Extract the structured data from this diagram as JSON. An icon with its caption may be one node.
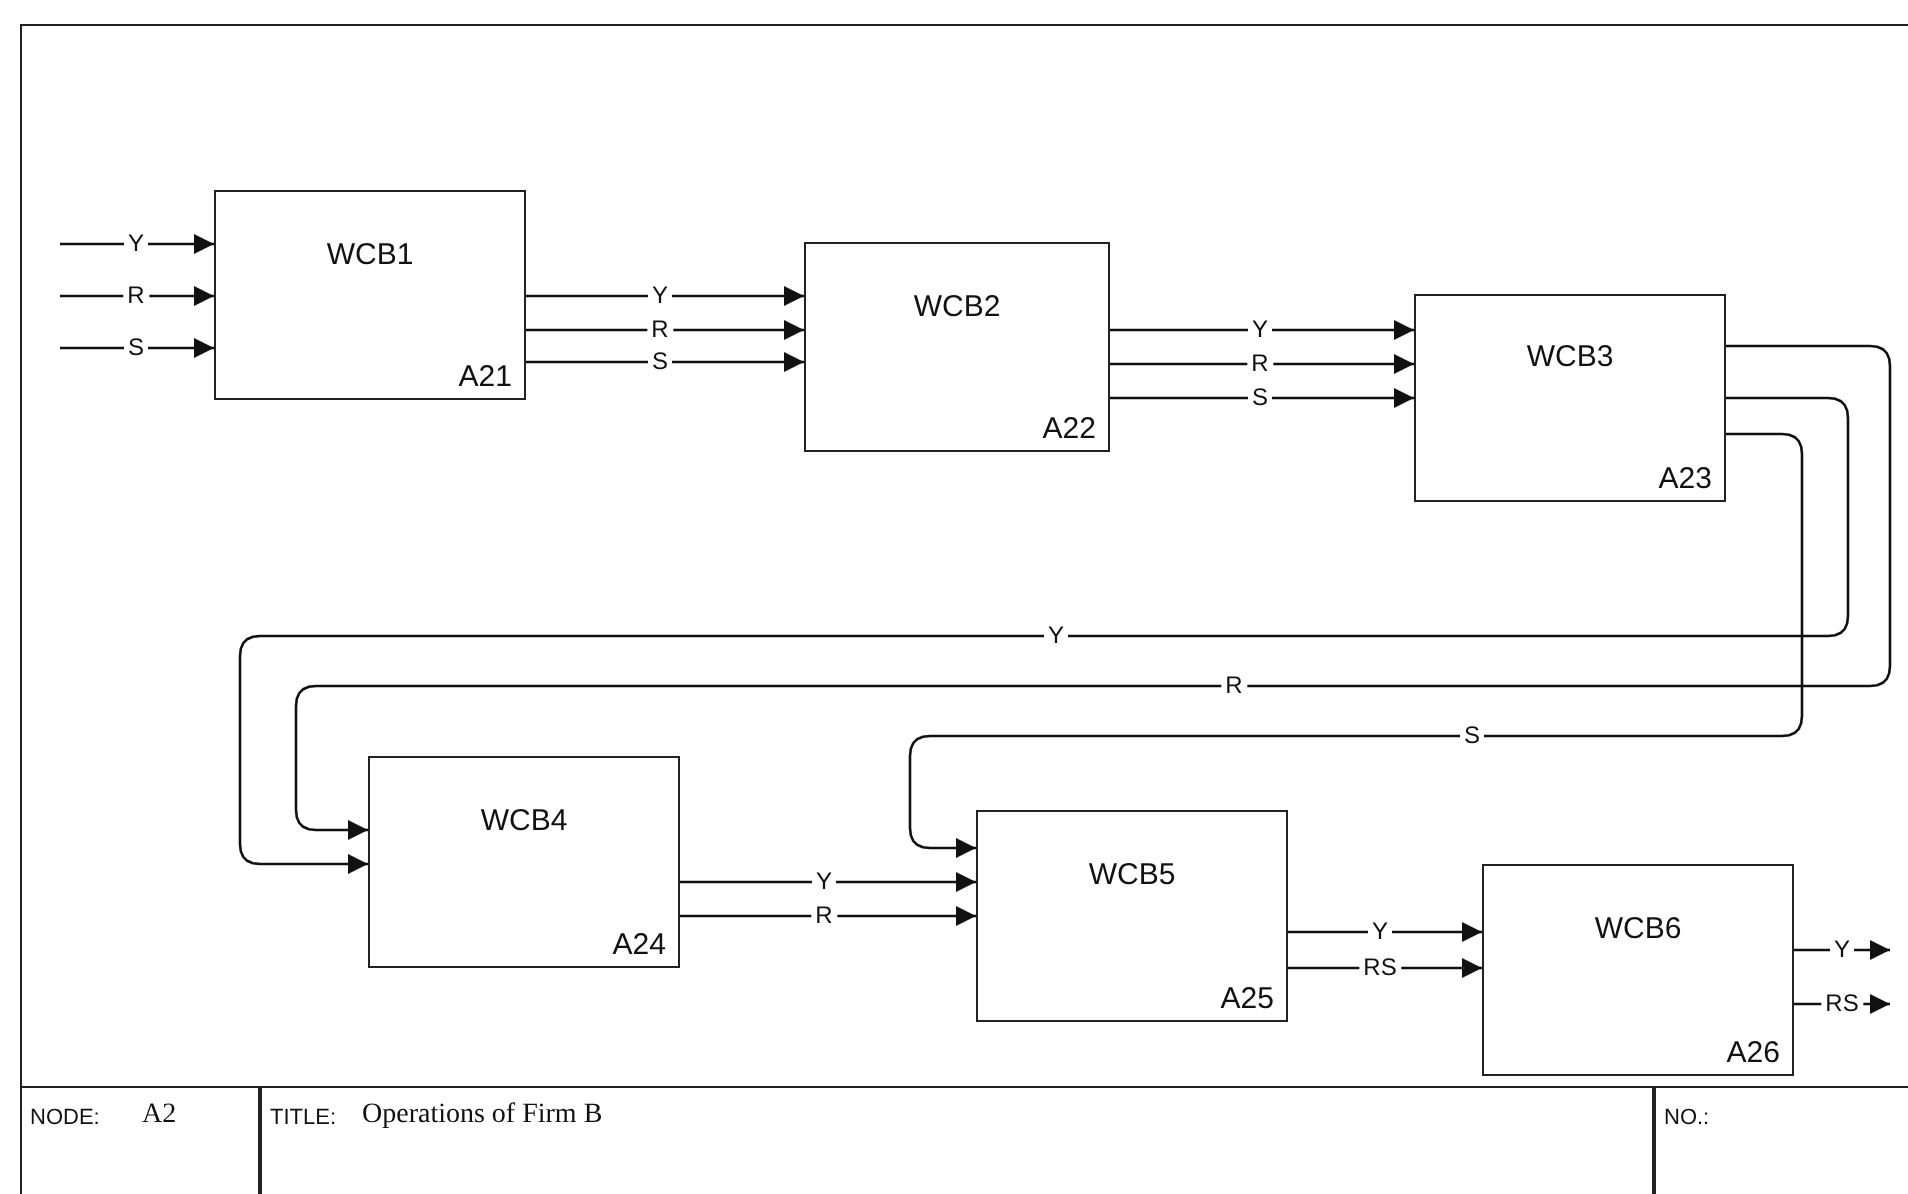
{
  "diagram": {
    "nodes": [
      {
        "text": [
          "WCB1",
          "A21"
        ]
      },
      {
        "text": [
          "WCB2",
          "A22"
        ]
      },
      {
        "text": [
          "WCB3",
          "A23"
        ]
      },
      {
        "text": [
          "WCB4",
          "A24"
        ]
      },
      {
        "text": [
          "WCB5",
          "A25"
        ]
      },
      {
        "text": [
          "WCB6",
          "A26"
        ]
      }
    ],
    "edges": [
      {
        "from": null,
        "to": 0,
        "arrow": "to",
        "label": "Y"
      },
      {
        "from": null,
        "to": 0,
        "arrow": "to",
        "label": "R"
      },
      {
        "from": null,
        "to": 0,
        "arrow": "to",
        "label": "S"
      },
      {
        "from": 0,
        "to": 1,
        "arrow": "to",
        "label": "Y"
      },
      {
        "from": 0,
        "to": 1,
        "arrow": "to",
        "label": "R"
      },
      {
        "from": 0,
        "to": 1,
        "arrow": "to",
        "label": "S"
      },
      {
        "from": 1,
        "to": 2,
        "arrow": "to",
        "label": "Y"
      },
      {
        "from": 1,
        "to": 2,
        "arrow": "to",
        "label": "R"
      },
      {
        "from": 1,
        "to": 2,
        "arrow": "to",
        "label": "S"
      },
      {
        "from": 2,
        "to": 3,
        "arrow": "to",
        "label": "Y"
      },
      {
        "from": 2,
        "to": 3,
        "arrow": "to",
        "label": "R"
      },
      {
        "from": 2,
        "to": 4,
        "arrow": "to",
        "label": "S"
      },
      {
        "from": 3,
        "to": 4,
        "arrow": "to",
        "label": "Y"
      },
      {
        "from": 3,
        "to": 4,
        "arrow": "to",
        "label": "R"
      },
      {
        "from": 4,
        "to": 5,
        "arrow": "to",
        "label": "Y"
      },
      {
        "from": 4,
        "to": 5,
        "arrow": "to",
        "label": "RS"
      },
      {
        "from": 5,
        "to": null,
        "arrow": "to",
        "label": "Y"
      },
      {
        "from": 5,
        "to": null,
        "arrow": "to",
        "label": "RS"
      }
    ],
    "labels": [
      "NODE:",
      "A2",
      "TITLE:",
      "Operations of Firm B",
      "NO.:"
    ]
  }
}
